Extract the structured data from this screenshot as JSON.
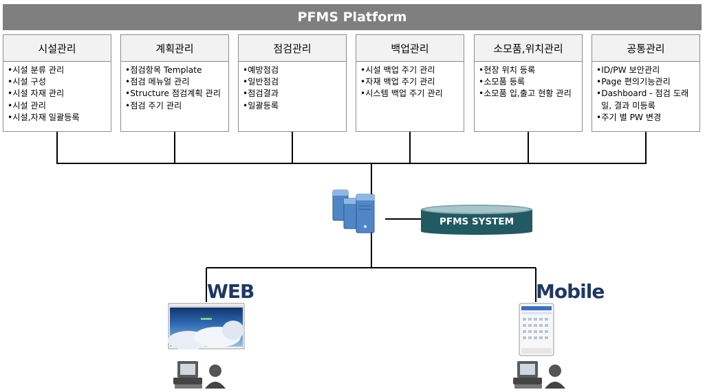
{
  "title": "PFMS Platform",
  "modules": [
    {
      "name": "시설관리",
      "items": [
        "•시설 분류 관리",
        "•시설 구성",
        "•시설 자재 관리",
        "•시설 관리",
        "•시설,자재 일괄등록"
      ]
    },
    {
      "name": "계획관리",
      "items": [
        "•점검항목 Template",
        "•점검 메뉴얼 관리",
        "•Structure 점검계획 관리",
        "•점검 주기 관리"
      ]
    },
    {
      "name": "점검관리",
      "items": [
        "•예방점검",
        "•일반점검",
        "•점검결과",
        "•일괄등록"
      ]
    },
    {
      "name": "백업관리",
      "items": [
        "•시설 백업 주기 관리",
        "•자재 백업 주기 관리",
        "•시스템 백업 주기 관리"
      ]
    },
    {
      "name": "소모품,위치관리",
      "items": [
        "•현장 위치 등록",
        "•소모품 등록",
        "•소모품 입,출고 현황 관리"
      ]
    },
    {
      "name": "공통관리",
      "items": [
        "•ID/PW 보안관리",
        "•Page 편의기능관리",
        "•Dashboard - 점검 도래일, 결과 미등록",
        "•주기 별 PW 변경"
      ]
    }
  ],
  "system": {
    "db_label": "PFMS SYSTEM"
  },
  "clients": {
    "web_label": "WEB",
    "mobile_label": "Mobile"
  },
  "colors": {
    "banner": "#7f7f7f",
    "db": "#215a63",
    "server": "#4f86c6",
    "client_label": "#1f3864"
  },
  "icons": [
    "server-cluster-icon",
    "database-icon",
    "web-screen-icon",
    "mobile-device-icon",
    "computer-user-icon"
  ]
}
